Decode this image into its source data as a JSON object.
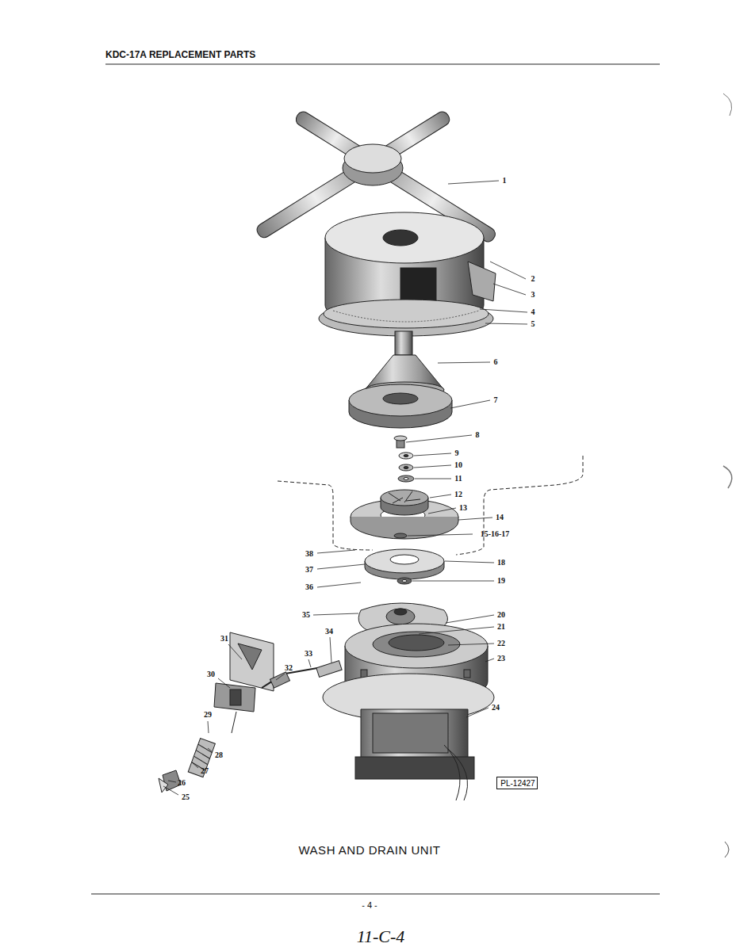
{
  "diagram": {
    "title": "KDC-17A REPLACEMENT PARTS",
    "caption": "WASH AND DRAIN UNIT",
    "nodes": [
      {
        "text": [
          "PL-12427"
        ]
      }
    ],
    "labels": [
      "1",
      "2",
      "3",
      "4",
      "5",
      "6",
      "7",
      "8",
      "9",
      "10",
      "11",
      "12",
      "13",
      "14",
      "15-16-17",
      "18",
      "19",
      "20",
      "21",
      "22",
      "23",
      "24",
      "25",
      "26",
      "27",
      "28",
      "29",
      "30",
      "31",
      "32",
      "33",
      "34",
      "35",
      "36",
      "37",
      "38",
      "- 4 -",
      "11-C-4"
    ]
  }
}
